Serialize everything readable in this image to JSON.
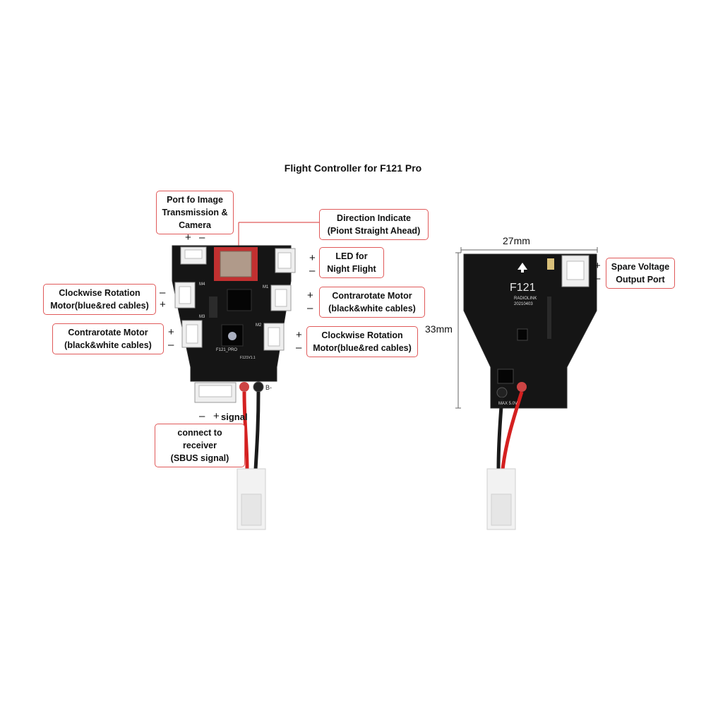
{
  "title": "Flight Controller for F121 Pro",
  "callouts": {
    "port_image": "Port fo Image\nTransmission &\nCamera",
    "direction": "Direction Indicate\n(Piont Straight Ahead)",
    "led": "LED for\nNight Flight",
    "cw_left": "Clockwise Rotation\nMotor(blue&red cables)",
    "ccw_right": "Contrarotate Motor\n(black&white cables)",
    "ccw_left": "Contrarotate Motor\n(black&white cables)",
    "cw_right": "Clockwise Rotation\nMotor(blue&red cables)",
    "receiver": "connect to receiver\n(SBUS signal)",
    "spare_voltage": "Spare Voltage\nOutput Port"
  },
  "signs": {
    "plus": "+",
    "minus": "–",
    "signal": "signal"
  },
  "dimensions": {
    "width": "27mm",
    "height": "33mm"
  },
  "board_labels": {
    "front_model": "F121_PRO",
    "front_model_small": "F121V1.1",
    "back_model": "F121",
    "back_brand": "RADIOLINK",
    "back_date": "20210403",
    "max_voltage": "MAX 5.0V",
    "battery_neg": "B-",
    "motor_m4": "M4",
    "motor_m1": "M1",
    "motor_m3": "M3",
    "motor_m2": "M2"
  }
}
